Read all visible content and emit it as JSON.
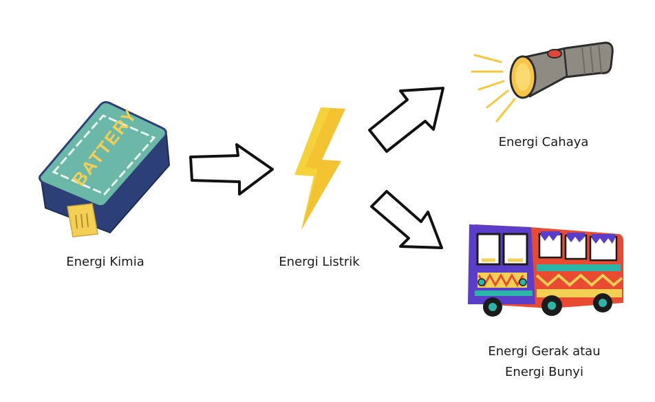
{
  "battery": {
    "text": "BATTERY",
    "label": "Energi Kimia"
  },
  "lightning": {
    "label": "Energi Listrik"
  },
  "flashlight": {
    "label": "Energi Cahaya"
  },
  "bus": {
    "label_line1": "Energi Gerak atau",
    "label_line2": "Energi Bunyi"
  },
  "colors": {
    "battery_body": "#6cb8a8",
    "battery_base": "#2c3f77",
    "battery_text": "#f3cf54",
    "bolt": "#f6d23a",
    "bolt_shade": "#f3b72c",
    "flashlight_body": "#8f8a82",
    "flashlight_lens": "#f7c548",
    "bus_red": "#e84b32",
    "bus_purple": "#5a3dc8",
    "bus_teal": "#2bb5a8"
  }
}
